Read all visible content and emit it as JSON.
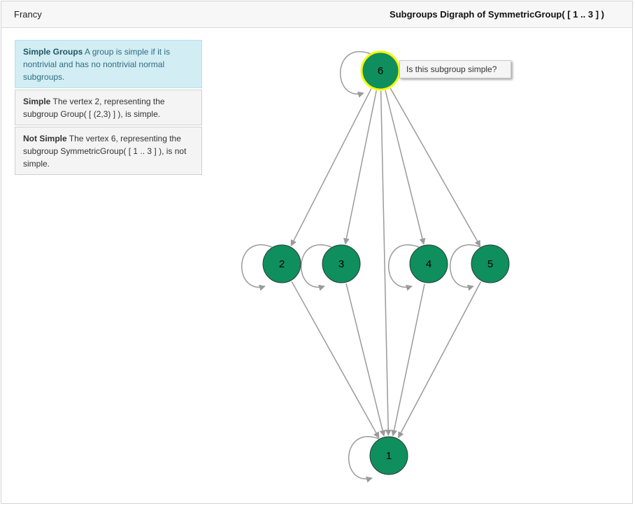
{
  "window": {
    "app_name": "Francy",
    "title": "Subgroups Digraph of SymmetricGroup( [ 1 .. 3 ] )"
  },
  "panels": [
    {
      "heading": "Simple Groups",
      "text": "A group is simple if it is nontrivial and has no nontrivial normal subgroups."
    },
    {
      "heading": "Simple",
      "text": "The vertex 2, representing the subgroup Group( [ (2,3) ] ), is simple."
    },
    {
      "heading": "Not Simple",
      "text": "The vertex 6, representing the subgroup SymmetricGroup( [ 1 .. 3 ] ), is not simple."
    }
  ],
  "graph": {
    "node_color": "#0e8f5d",
    "highlight_color": "#f6f600",
    "edge_color": "#9a9a9a",
    "nodes": [
      {
        "id": "6",
        "label": "6",
        "selected": true
      },
      {
        "id": "2",
        "label": "2"
      },
      {
        "id": "3",
        "label": "3"
      },
      {
        "id": "4",
        "label": "4"
      },
      {
        "id": "5",
        "label": "5"
      },
      {
        "id": "1",
        "label": "1"
      }
    ],
    "edges": [
      [
        "6",
        "2"
      ],
      [
        "6",
        "3"
      ],
      [
        "6",
        "4"
      ],
      [
        "6",
        "5"
      ],
      [
        "6",
        "1"
      ],
      [
        "2",
        "1"
      ],
      [
        "3",
        "1"
      ],
      [
        "4",
        "1"
      ],
      [
        "5",
        "1"
      ]
    ],
    "self_loops": [
      "6",
      "2",
      "3",
      "4",
      "5",
      "1"
    ]
  },
  "tooltip": {
    "text": "Is this subgroup simple?"
  }
}
